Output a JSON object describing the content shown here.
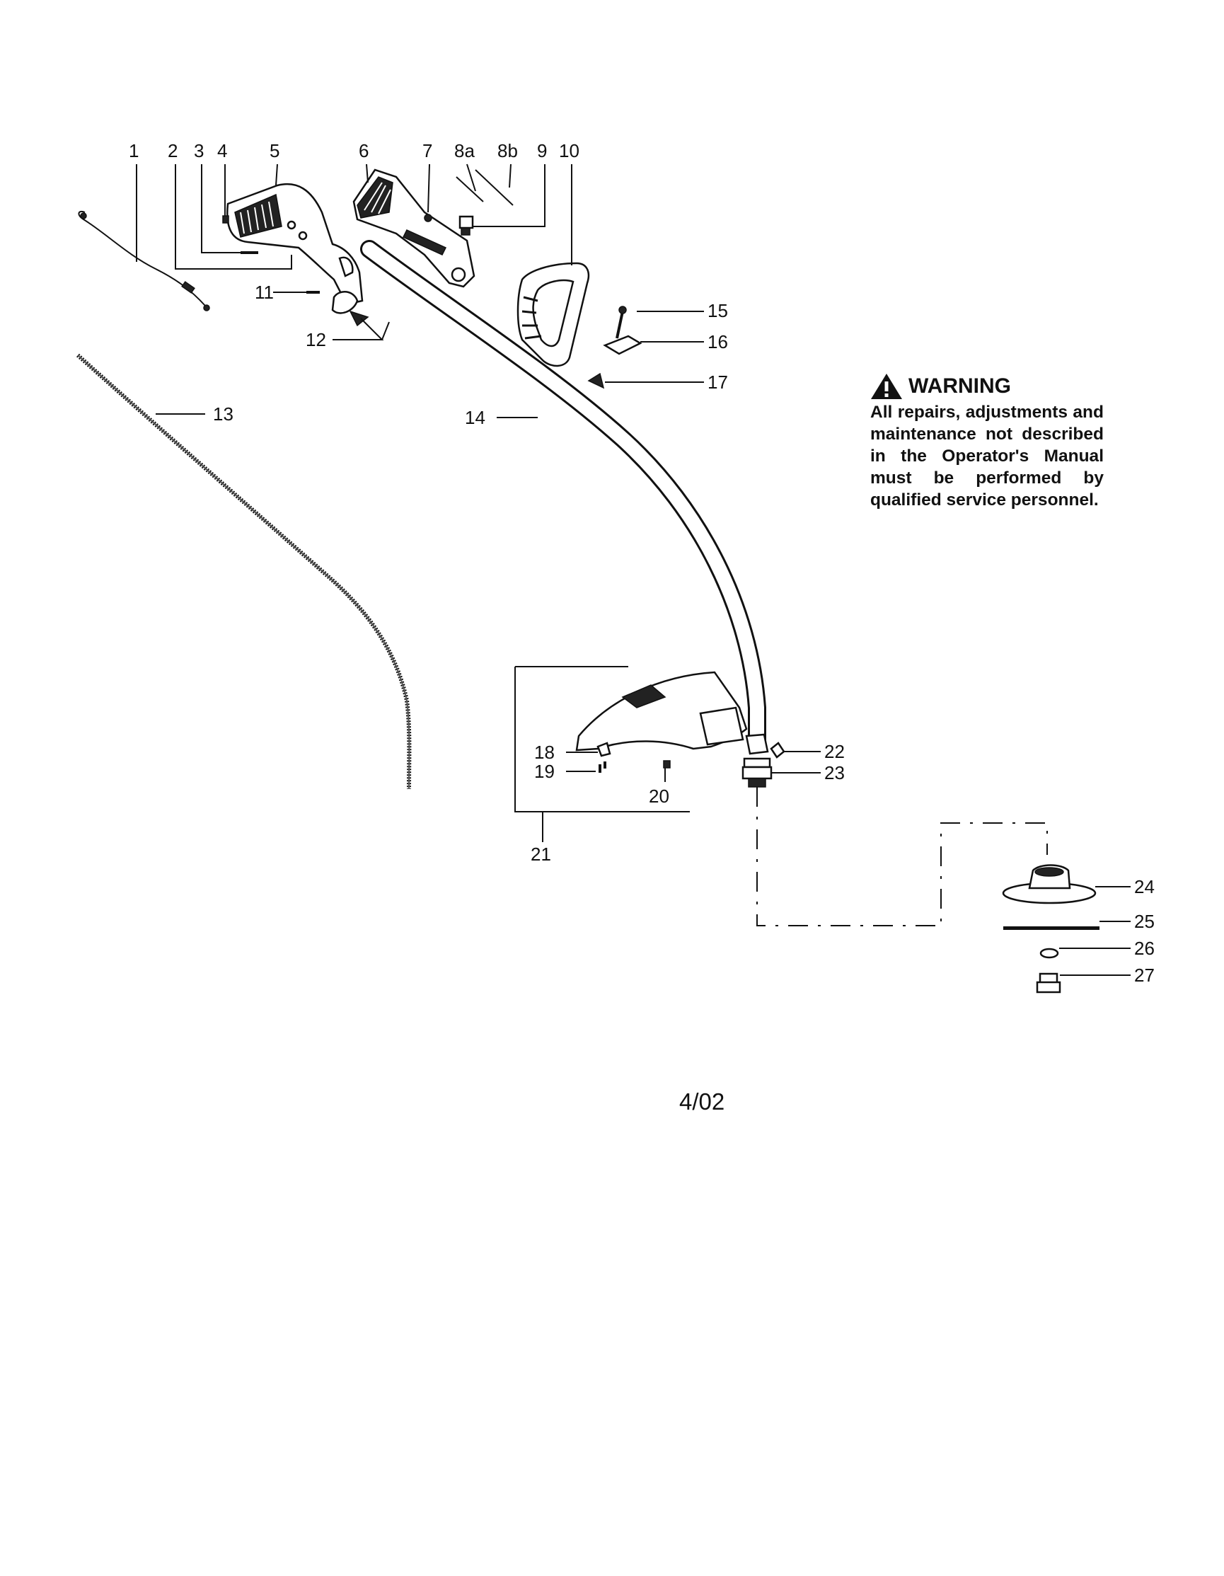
{
  "callouts": [
    "1",
    "2",
    "3",
    "4",
    "5",
    "6",
    "7",
    "8a",
    "8b",
    "9",
    "10",
    "11",
    "12",
    "13",
    "14",
    "15",
    "16",
    "17",
    "18",
    "19",
    "20",
    "21",
    "22",
    "23",
    "24",
    "25",
    "26",
    "27"
  ],
  "warning": {
    "title": "WARNING",
    "text": "All repairs, adjustments and maintenance not described in the Operator's Manual must be performed by qualified service personnel."
  },
  "footer": {
    "date": "4/02"
  },
  "icons": {
    "warning": "warning-triangle-icon"
  }
}
